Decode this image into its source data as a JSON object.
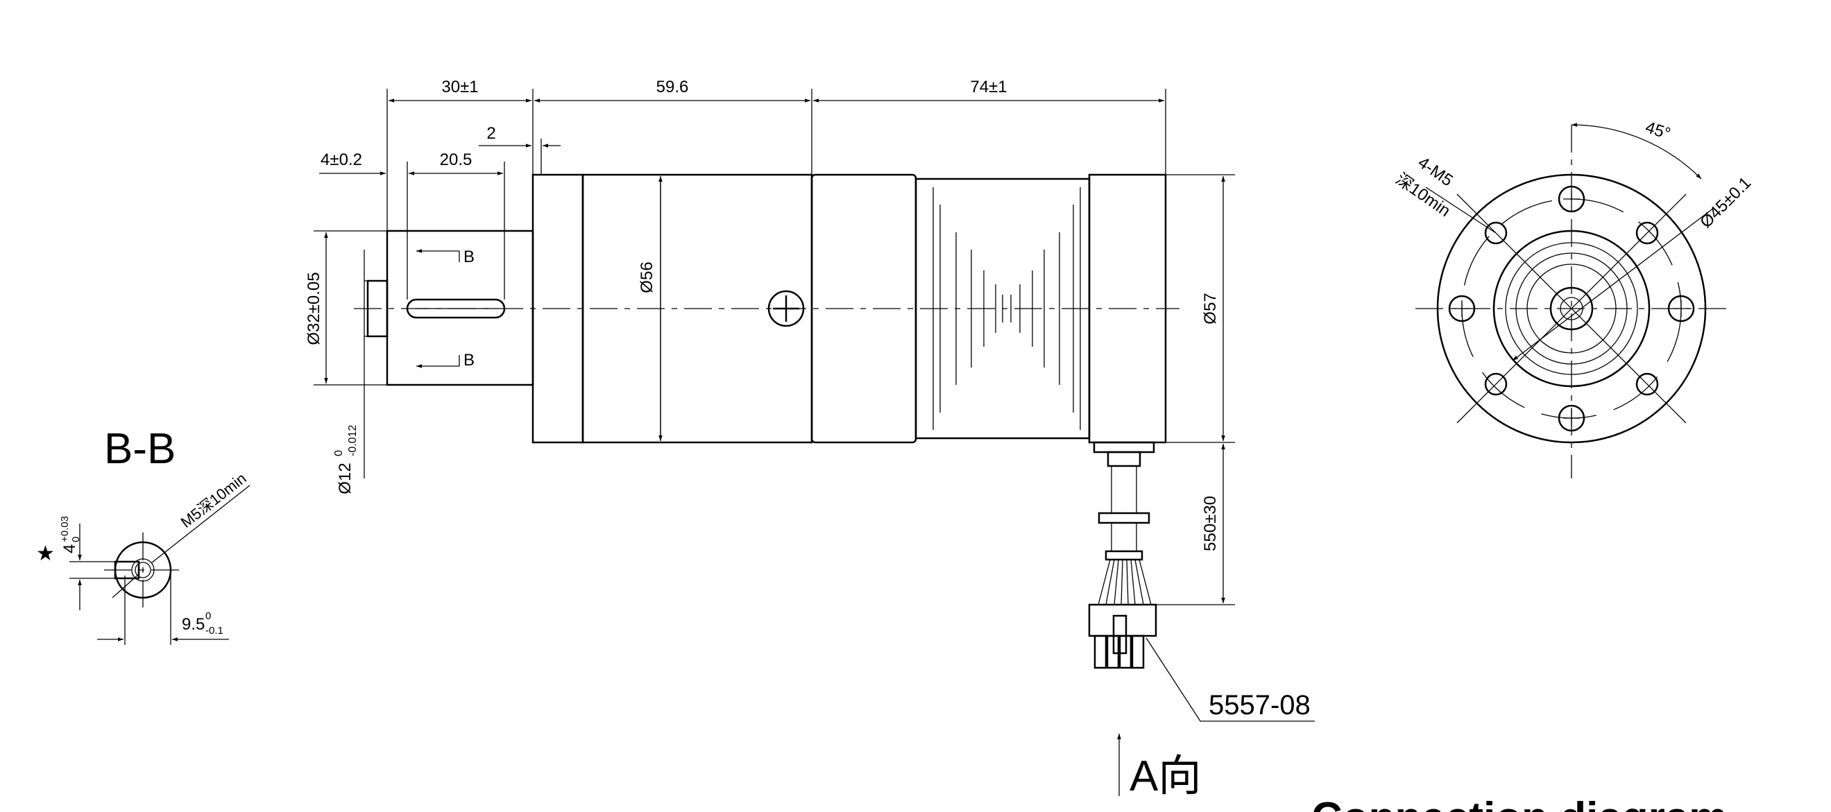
{
  "dims": {
    "shaft_length": "30±1",
    "gearbox_length": "59.6",
    "motor_length": "74±1",
    "flange_gap": "2",
    "shaft_step": "4±0.2",
    "key_length": "20.5",
    "pilot_diameter": "Ø32±0.05",
    "shaft_diameter": "Ø12",
    "shaft_diameter_tol_upper": "0",
    "shaft_diameter_tol_lower": "-0.012",
    "gearbox_diameter": "Ø56",
    "motor_diameter": "Ø57",
    "cable_length": "550±30"
  },
  "section_marks": {
    "top": "B",
    "bottom": "B"
  },
  "section_view": {
    "title": "B-B",
    "thread_note": "M5深10min",
    "key_width": "4",
    "key_width_tol_upper": "+0.03",
    "key_width_tol_lower": "0",
    "key_depth": "9.5",
    "key_depth_tol_upper": "0",
    "key_depth_tol_lower": "-0.1",
    "star": "★"
  },
  "front_view": {
    "angle": "45°",
    "holes_note": "4-M5",
    "depth_note": "深10min",
    "pcd": "Ø45±0.1"
  },
  "connector": "5557-08",
  "view_direction": "A向",
  "bottom_text": "Connection diagram"
}
